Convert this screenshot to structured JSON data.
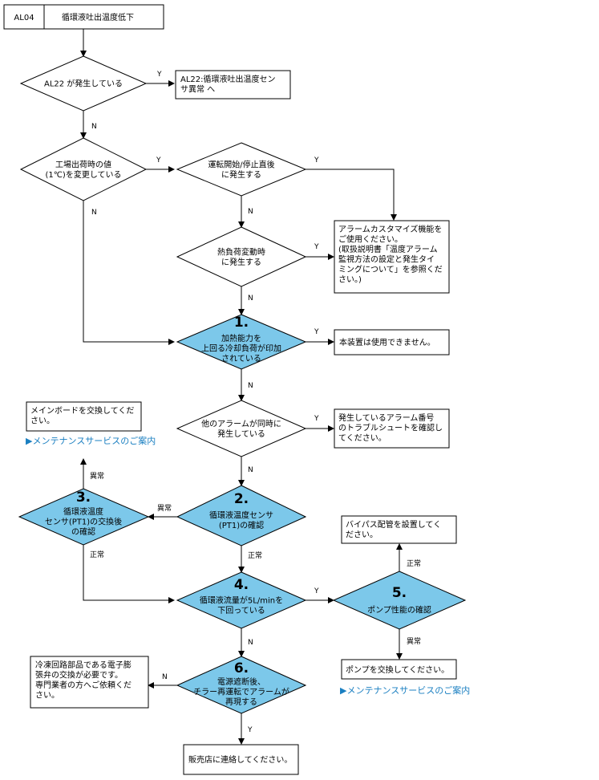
{
  "header": {
    "code": "AL04",
    "title": "循環液吐出温度低下"
  },
  "nodes": {
    "q_al22": [
      "AL22 が発生している"
    ],
    "al22_box": [
      "AL22:循環液吐出温度セン",
      "サ異常 へ"
    ],
    "q_factory": [
      "工場出荷時の値",
      "(1℃)を変更している"
    ],
    "q_start": [
      "運転開始/停止直後",
      "に発生する"
    ],
    "q_heat": [
      "熱負荷変動時",
      "に発生する"
    ],
    "custom_box": [
      "アラームカスタマイズ機能を",
      "ご使用ください。",
      "(取扱説明書「温度アラーム",
      "監視方法の設定と発生タイ",
      "ミングについて」を参照くだ",
      "さい。)"
    ],
    "step1": {
      "num": "1.",
      "lines": [
        "加熱能力を",
        "上回る冷却負荷が印加",
        "されている"
      ]
    },
    "cannot_box": [
      "本装置は使用できません。"
    ],
    "q_other": [
      "他のアラームが同時に",
      "発生している"
    ],
    "other_box": [
      "発生しているアラーム番号",
      "のトラブルシュートを確認し",
      "てください。"
    ],
    "mainboard_box": [
      "メインボードを交換してくだ",
      "さい。"
    ],
    "link1": "▶メンテナンスサービスのご案内",
    "step2": {
      "num": "2.",
      "lines": [
        "循環液温度センサ",
        "(PT1)の確認"
      ]
    },
    "step3": {
      "num": "3.",
      "lines": [
        "循環液温度",
        "センサ(PT1)の交換後",
        "の確認"
      ]
    },
    "step4": {
      "num": "4.",
      "lines": [
        "循環液流量が5L/minを",
        "下回っている"
      ]
    },
    "step5": {
      "num": "5.",
      "lines": [
        "ポンプ性能の確認"
      ]
    },
    "bypass_box": [
      "バイパス配管を設置してく",
      "ださい。"
    ],
    "pump_box": [
      "ポンプを交換してください。"
    ],
    "link2": "▶メンテナンスサービスのご案内",
    "step6": {
      "num": "6.",
      "lines": [
        "電源遮断後、",
        "チラー再運転でアラームが",
        "再現する"
      ]
    },
    "refrig_box": [
      "冷凍回路部品である電子膨",
      "張弁の交換が必要です。",
      "専門業者の方へご依頼くだ",
      "さい。"
    ],
    "dealer_box": [
      "販売店に連絡してください。"
    ]
  },
  "labels": {
    "yes": "Y",
    "no": "N",
    "normal": "正常",
    "abnormal": "異常"
  },
  "colors": {
    "step_fill": "#7cc8ea",
    "link": "#1a7fc1"
  }
}
